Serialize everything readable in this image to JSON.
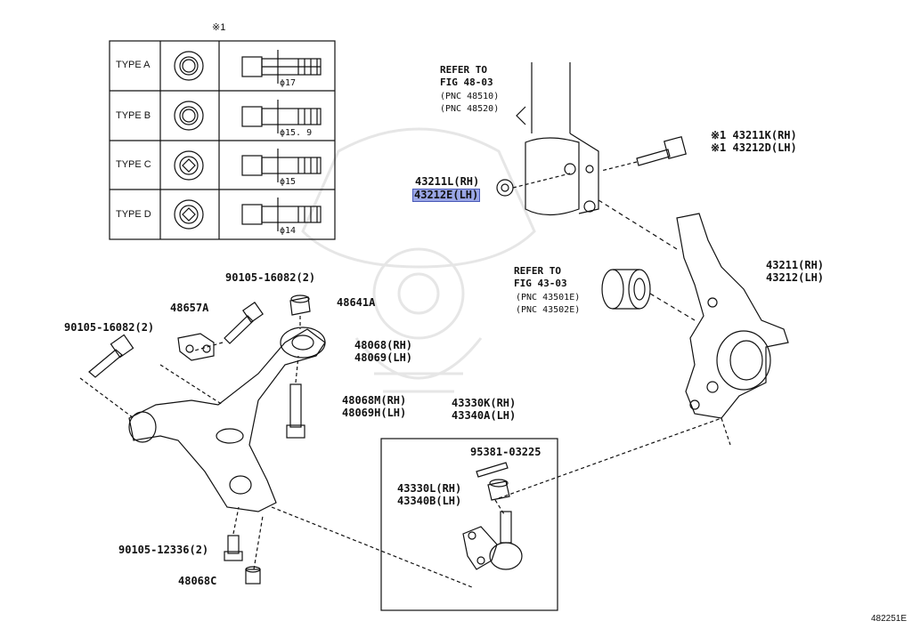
{
  "note_mark": "※1",
  "type_table": {
    "rows": [
      {
        "type": "TYPE A",
        "dia": "ϕ17"
      },
      {
        "type": "TYPE B",
        "dia": "ϕ15. 9"
      },
      {
        "type": "TYPE C",
        "dia": "ϕ15"
      },
      {
        "type": "TYPE D",
        "dia": "ϕ14"
      }
    ]
  },
  "refs": {
    "strut": {
      "line1": "REFER TO",
      "line2": "FIG 48-03",
      "line3": "(PNC 48510)",
      "line4": "(PNC 48520)"
    },
    "bearing": {
      "line1": "REFER TO",
      "line2": "FIG 43-03",
      "line3": "(PNC 43501E)",
      "line4": "(PNC 43502E)"
    }
  },
  "parts": {
    "p43211K": "※1 43211K(RH)",
    "p43212D": "※1 43212D(LH)",
    "p43211L": "43211L(RH)",
    "p43212E": "43212E(LH)",
    "p43211": "43211(RH)",
    "p43212": "43212(LH)",
    "p90105a": "90105-16082(2)",
    "p48641A": "48641A",
    "p48657A": "48657A",
    "p90105b": "90105-16082(2)",
    "p48068": "48068(RH)",
    "p48069": "48069(LH)",
    "p48068M": "48068M(RH)",
    "p48069H": "48069H(LH)",
    "p43330K": "43330K(RH)",
    "p43340A": "43340A(LH)",
    "p95381": "95381-03225",
    "p43330L": "43330L(RH)",
    "p43340B": "43340B(LH)",
    "p90105c": "90105-12336(2)",
    "p48068C": "48068C"
  },
  "diagram_code": "482251E",
  "colors": {
    "highlight": "#9aa6e6",
    "line": "#111111"
  }
}
